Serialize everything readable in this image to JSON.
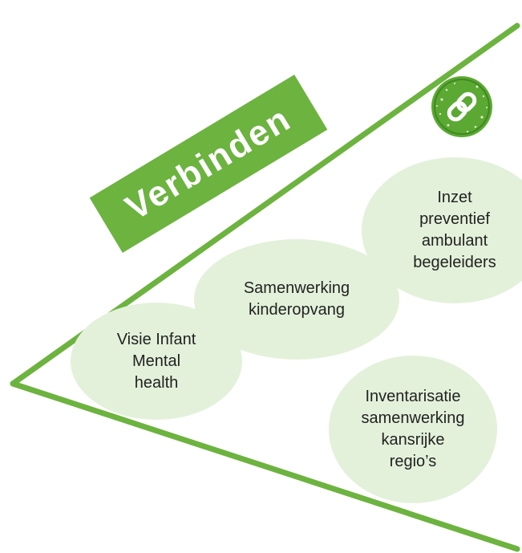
{
  "banner": {
    "label": "Verbinden",
    "color": "#6cb33f"
  },
  "bubbles": [
    {
      "label": "Visie Infant\nMental\nhealth"
    },
    {
      "label": "Samenwerking\nkinderopvang"
    },
    {
      "label": "Inzet\npreventief\nambulant\nbegeleiders"
    },
    {
      "label": "Inventarisatie\nsamenwerking\nkansrijke\nregio’s"
    }
  ],
  "colors": {
    "line": "#6cb33f",
    "bubble": "#e3f1da",
    "badge": "#6cb33f"
  },
  "icons": {
    "badge": "chain-link-icon"
  }
}
